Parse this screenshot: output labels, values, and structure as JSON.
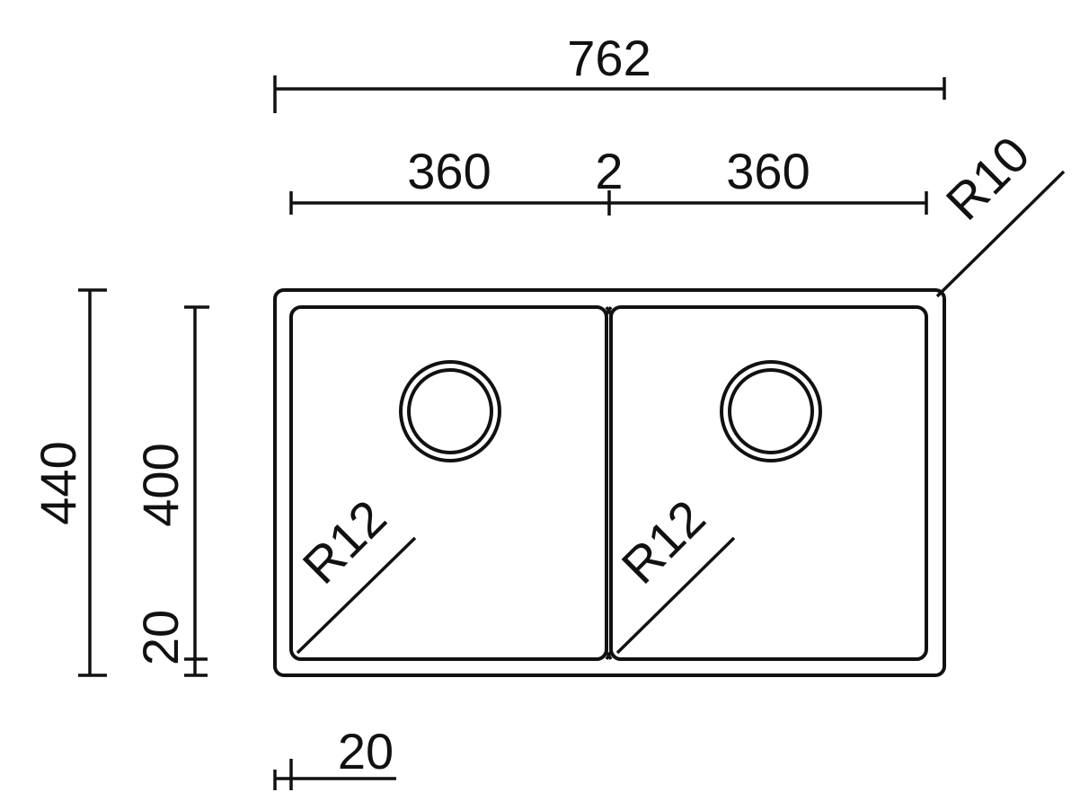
{
  "dimensions": {
    "overall_width": "762",
    "bowl_width_left": "360",
    "divider_width": "2",
    "bowl_width_right": "360",
    "outer_corner_radius": "R10",
    "overall_depth": "440",
    "bowl_depth": "400",
    "flange_bottom": "20",
    "flange_side": "20",
    "inner_radius_left": "R12",
    "inner_radius_right": "R12"
  },
  "colors": {
    "line": "#111111",
    "background": "#ffffff"
  }
}
